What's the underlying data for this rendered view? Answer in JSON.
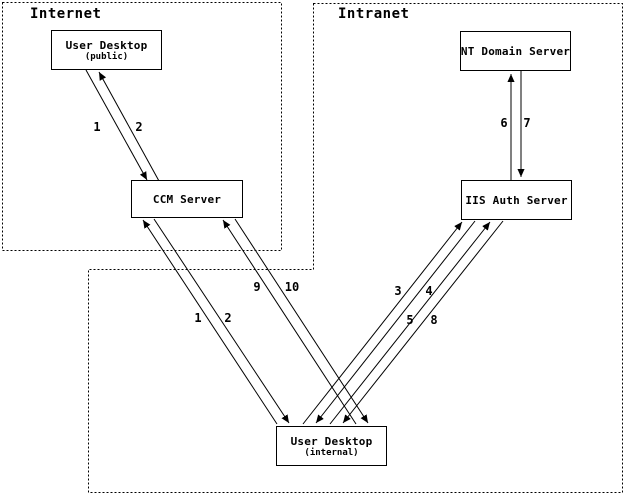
{
  "regions": {
    "internet": {
      "label": "Internet"
    },
    "intranet": {
      "label": "Intranet"
    }
  },
  "nodes": {
    "user_desktop_public": {
      "title": "User Desktop",
      "subtitle": "(public)"
    },
    "ccm_server": {
      "title": "CCM Server"
    },
    "nt_domain_server": {
      "title": "NT Domain Server"
    },
    "iis_auth_server": {
      "title": "IIS Auth Server"
    },
    "user_desktop_internal": {
      "title": "User Desktop",
      "subtitle": "(internal)"
    }
  },
  "arrows": [
    {
      "label": "1",
      "from": "User Desktop (public)",
      "to": "CCM Server"
    },
    {
      "label": "2",
      "from": "CCM Server",
      "to": "User Desktop (public)"
    },
    {
      "label": "1",
      "from": "User Desktop (internal)",
      "to": "CCM Server"
    },
    {
      "label": "2",
      "from": "CCM Server",
      "to": "User Desktop (internal)"
    },
    {
      "label": "3",
      "from": "User Desktop (internal)",
      "to": "IIS Auth Server"
    },
    {
      "label": "4",
      "from": "IIS Auth Server",
      "to": "User Desktop (internal)"
    },
    {
      "label": "5",
      "from": "User Desktop (internal)",
      "to": "IIS Auth Server"
    },
    {
      "label": "6",
      "from": "IIS Auth Server",
      "to": "NT Domain Server"
    },
    {
      "label": "7",
      "from": "NT Domain Server",
      "to": "IIS Auth Server"
    },
    {
      "label": "8",
      "from": "IIS Auth Server",
      "to": "User Desktop (internal)"
    },
    {
      "label": "9",
      "from": "User Desktop (internal)",
      "to": "CCM Server"
    },
    {
      "label": "10",
      "from": "CCM Server",
      "to": "User Desktop (internal)"
    }
  ],
  "colors": {
    "line": "#000000",
    "background": "#ffffff"
  }
}
